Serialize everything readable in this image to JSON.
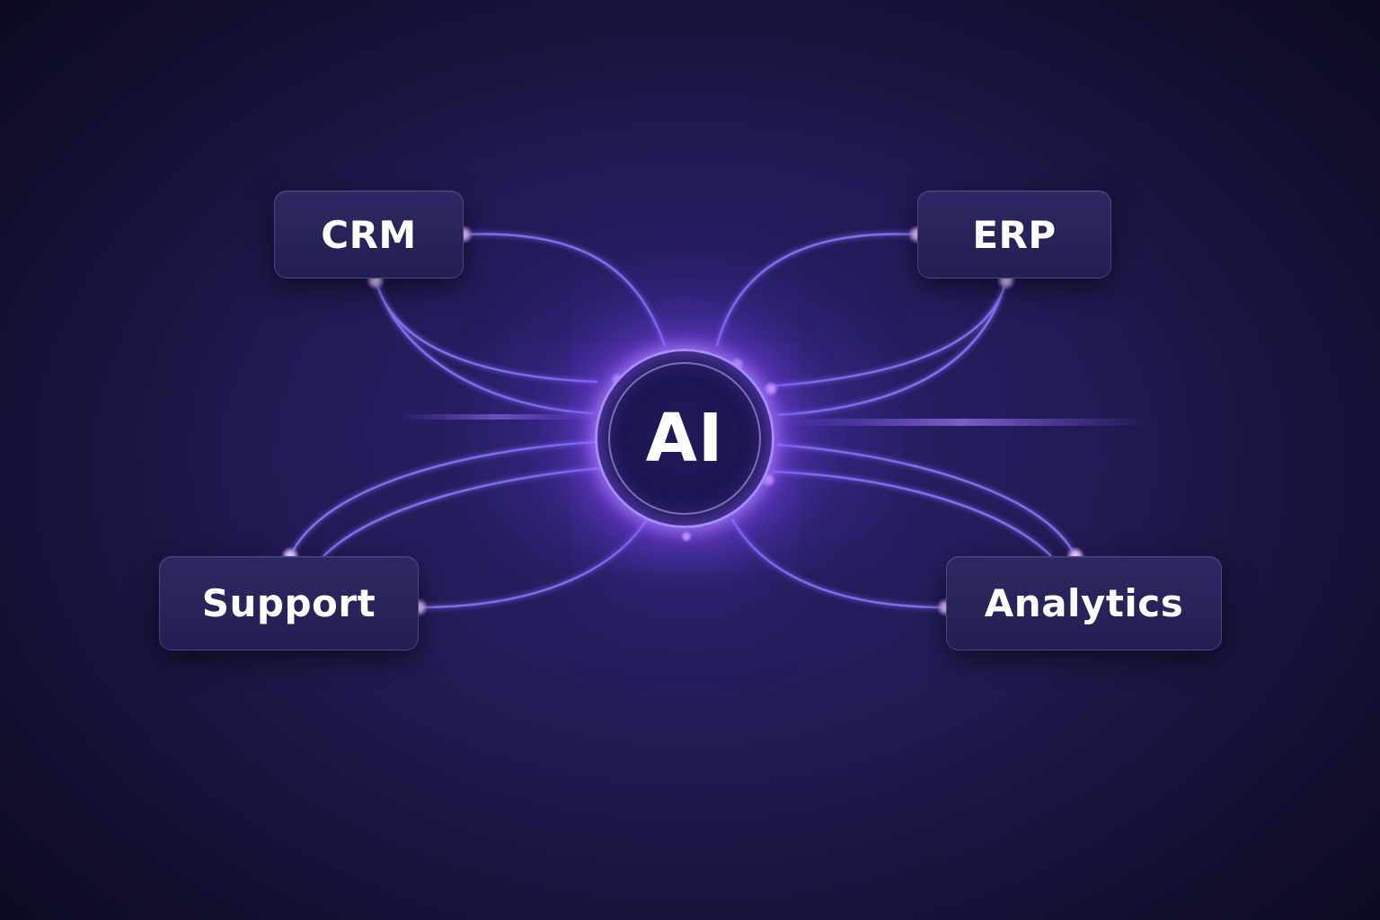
{
  "hub": {
    "label": "AI"
  },
  "nodes": {
    "crm": {
      "label": "CRM"
    },
    "erp": {
      "label": "ERP"
    },
    "support": {
      "label": "Support"
    },
    "analytics": {
      "label": "Analytics"
    }
  },
  "colors": {
    "background": "#1c1a4c",
    "node_fill": "#26235a",
    "link": "#8a78ff",
    "glow": "#b48cff",
    "text": "#ffffff"
  }
}
